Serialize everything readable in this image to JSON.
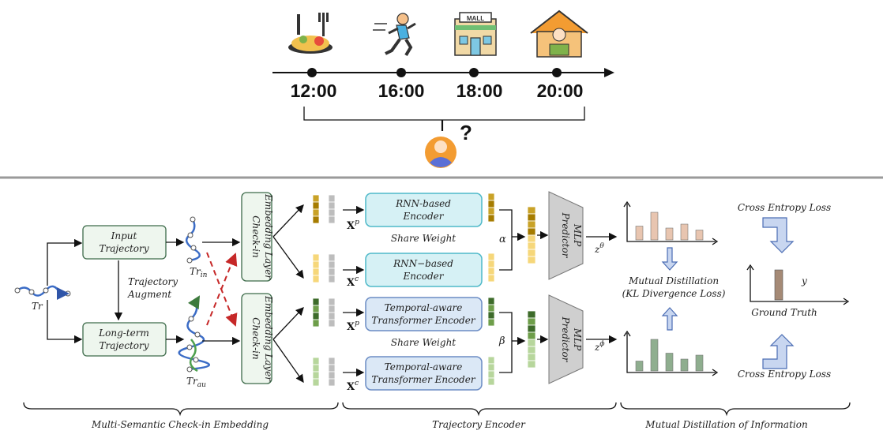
{
  "timeline": {
    "times": [
      "12:00",
      "16:00",
      "18:00",
      "20:00"
    ],
    "question": "?",
    "icons": [
      "food-icon",
      "running-icon",
      "mall-icon",
      "home-work-icon"
    ],
    "mall_label": "MALL"
  },
  "embedding": {
    "input_traj": [
      "Input",
      "Trajectory"
    ],
    "long_traj": [
      "Long-term",
      "Trajectory"
    ],
    "augment": [
      "Trajectory",
      "Augment"
    ],
    "tr": "Tr",
    "tr_in": "Tr",
    "tr_in_sub": "in",
    "tr_au": "Tr",
    "tr_au_sub": "au",
    "layer": [
      "Check-in",
      "Embedding Layer"
    ]
  },
  "encoder": {
    "rnn1": [
      "RNN-based",
      "Encoder"
    ],
    "rnn2": [
      "RNN−based",
      "Encoder"
    ],
    "tf1": [
      "Temporal-aware",
      "Transformer Encoder"
    ],
    "tf2": [
      "Temporal-aware",
      "Transformer Encoder"
    ],
    "share": "Share Weight",
    "xp": "X",
    "xp_sup": "p",
    "xc": "X",
    "xc_sup": "c",
    "alpha": "α",
    "beta": "β",
    "predictor": [
      "Predictor",
      "MLP"
    ],
    "z1": "z",
    "z1_sup": "θ",
    "z2": "z",
    "z2_sup": "ϕ"
  },
  "distill": {
    "ce_top": "Cross Entropy Loss",
    "ce_bottom": "Cross Entropy Loss",
    "mutual": [
      "Mutual Distillation",
      "(KL Divergence Loss)"
    ],
    "gt": "Ground Truth",
    "y": "y",
    "top_bars": [
      0.35,
      0.7,
      0.3,
      0.4,
      0.25
    ],
    "bottom_bars": [
      0.25,
      0.8,
      0.45,
      0.3,
      0.4
    ],
    "gt_bar": 1.0
  },
  "sections": [
    "Multi-Semantic Check-in Embedding",
    "Trajectory Encoder",
    "Mutual Distillation of Information"
  ],
  "colors": {
    "gold_dark": "#a67c00",
    "gold": "#c9a227",
    "gold_light": "#f6d77a",
    "green_dark": "#3d6b2a",
    "green": "#6e9e4a",
    "green_light": "#b7d69c",
    "gray": "#bdbdbd",
    "bar_top": "#e8c5b0",
    "bar_bottom": "#8fae8f",
    "gt_bar": "#a58a76"
  }
}
